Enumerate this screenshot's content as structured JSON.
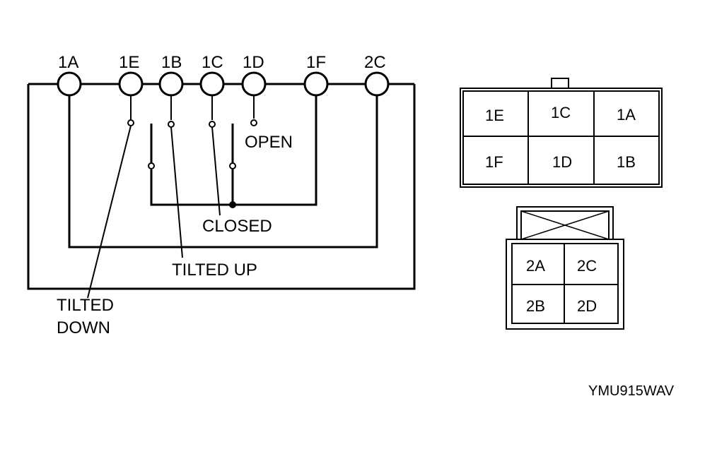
{
  "schematic": {
    "terminals": [
      "1A",
      "1E",
      "1B",
      "1C",
      "1D",
      "1F",
      "2C"
    ],
    "states": {
      "open": "OPEN",
      "closed": "CLOSED",
      "tilted_up": "TILTED UP",
      "tilted_down_line1": "TILTED",
      "tilted_down_line2": "DOWN"
    }
  },
  "connector1": {
    "row1": [
      "1E",
      "1C",
      "1A"
    ],
    "row2": [
      "1F",
      "1D",
      "1B"
    ]
  },
  "connector2": {
    "row1": [
      "2A",
      "2C"
    ],
    "row2": [
      "2B",
      "2D"
    ]
  },
  "figure_code": "YMU915WAV"
}
